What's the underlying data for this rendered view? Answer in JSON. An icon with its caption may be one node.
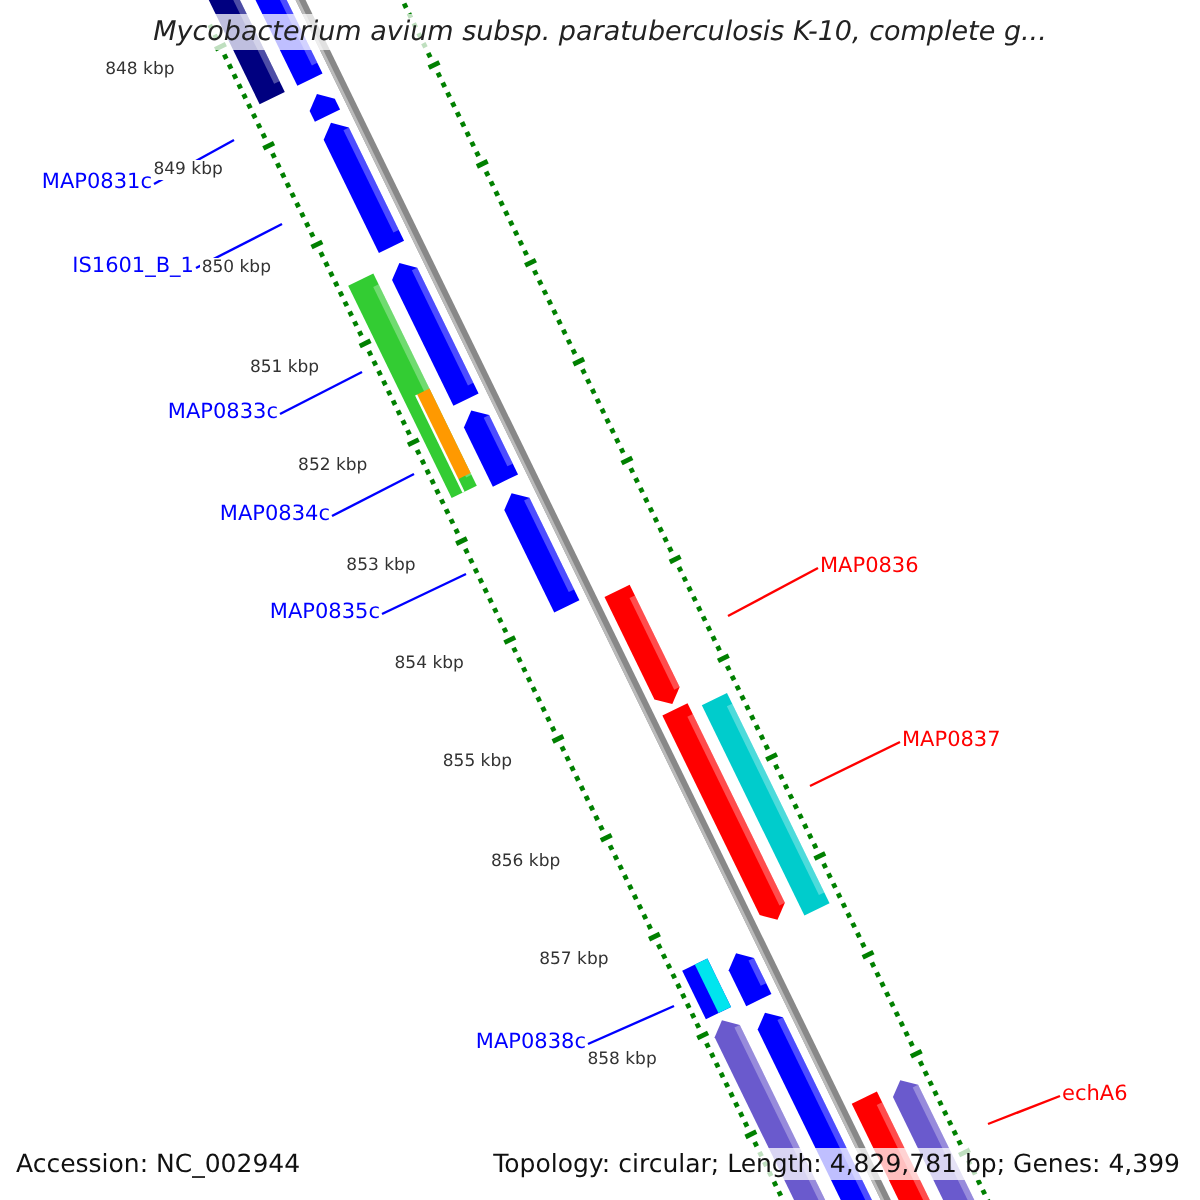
{
  "diagram": {
    "title": "Mycobacterium avium subsp. paratuberculosis K-10, complete g...",
    "nodes": [
      {
        "text": [
          "MAP0831c"
        ]
      },
      {
        "text": [
          "IS1601_B_1"
        ]
      },
      {
        "text": [
          "MAP0833c"
        ]
      },
      {
        "text": [
          "MAP0834c"
        ]
      },
      {
        "text": [
          "MAP0835c"
        ]
      },
      {
        "text": [
          "MAP0836"
        ]
      },
      {
        "text": [
          "MAP0837"
        ]
      },
      {
        "text": [
          "MAP0838c"
        ]
      },
      {
        "text": [
          "echA6"
        ]
      }
    ],
    "edges": [
      {
        "from": 0,
        "to": null,
        "arrow": "none"
      },
      {
        "from": 1,
        "to": null,
        "arrow": "none"
      },
      {
        "from": 2,
        "to": null,
        "arrow": "none"
      },
      {
        "from": 3,
        "to": null,
        "arrow": "none"
      },
      {
        "from": 4,
        "to": null,
        "arrow": "none"
      },
      {
        "from": 5,
        "to": null,
        "arrow": "none",
        "color": "#ff0000"
      },
      {
        "from": 6,
        "to": null,
        "arrow": "none",
        "color": "#ff0000"
      },
      {
        "from": 7,
        "to": null,
        "arrow": "none"
      },
      {
        "from": 8,
        "to": null,
        "arrow": "none",
        "color": "#ff0000"
      }
    ],
    "labels": [
      "848 kbp",
      "849 kbp",
      "850 kbp",
      "851 kbp",
      "852 kbp",
      "853 kbp",
      "854 kbp",
      "855 kbp",
      "856 kbp",
      "857 kbp",
      "858 kbp",
      "Accession: NC_002944",
      "Topology: circular; Length: 4,829,781 bp; Genes: 4,399"
    ]
  }
}
